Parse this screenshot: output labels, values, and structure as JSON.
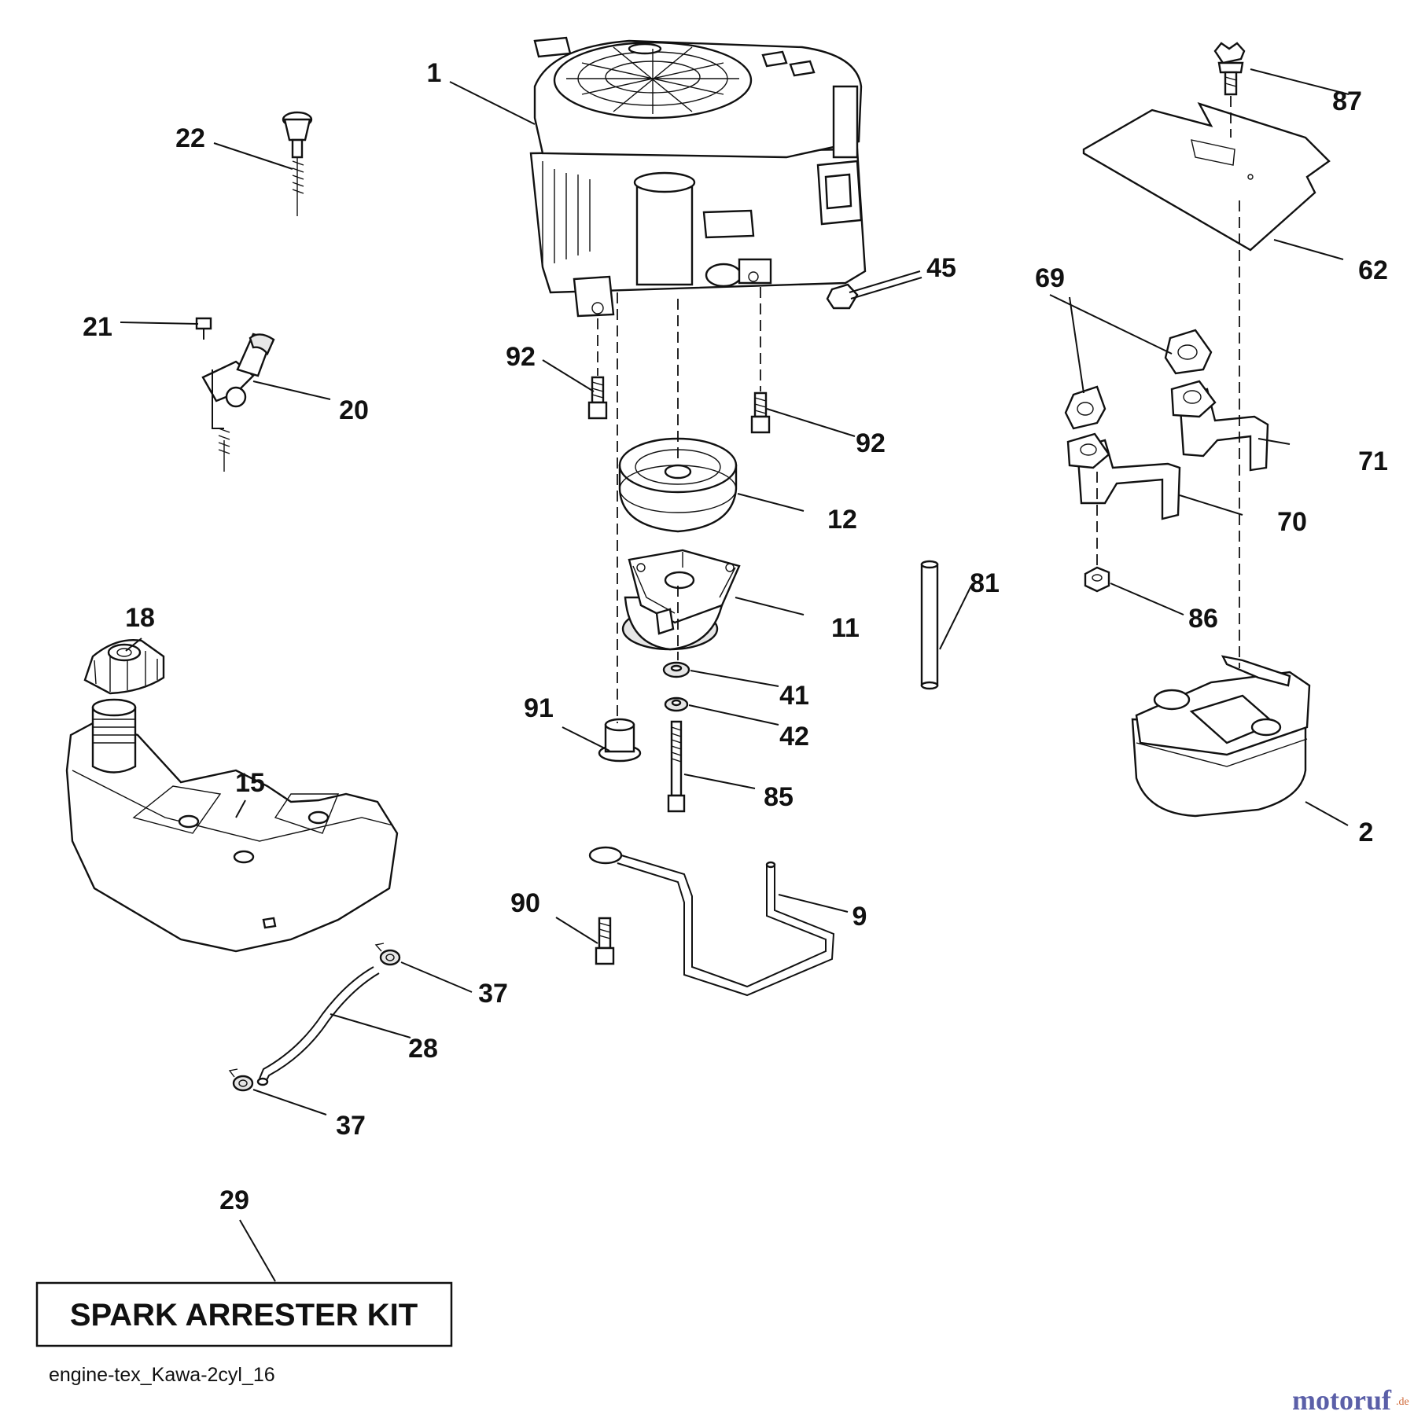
{
  "callouts": [
    {
      "id": "1",
      "text": "1"
    },
    {
      "id": "2",
      "text": "2"
    },
    {
      "id": "9",
      "text": "9"
    },
    {
      "id": "11",
      "text": "11"
    },
    {
      "id": "12",
      "text": "12"
    },
    {
      "id": "15",
      "text": "15"
    },
    {
      "id": "18",
      "text": "18"
    },
    {
      "id": "20",
      "text": "20"
    },
    {
      "id": "21",
      "text": "21"
    },
    {
      "id": "22",
      "text": "22"
    },
    {
      "id": "28",
      "text": "28"
    },
    {
      "id": "29",
      "text": "29"
    },
    {
      "id": "37a",
      "text": "37"
    },
    {
      "id": "37b",
      "text": "37"
    },
    {
      "id": "41",
      "text": "41"
    },
    {
      "id": "42",
      "text": "42"
    },
    {
      "id": "45",
      "text": "45"
    },
    {
      "id": "62",
      "text": "62"
    },
    {
      "id": "69",
      "text": "69"
    },
    {
      "id": "70",
      "text": "70"
    },
    {
      "id": "71",
      "text": "71"
    },
    {
      "id": "81",
      "text": "81"
    },
    {
      "id": "85",
      "text": "85"
    },
    {
      "id": "86",
      "text": "86"
    },
    {
      "id": "87",
      "text": "87"
    },
    {
      "id": "90",
      "text": "90"
    },
    {
      "id": "91",
      "text": "91"
    },
    {
      "id": "92a",
      "text": "92"
    },
    {
      "id": "92b",
      "text": "92"
    }
  ],
  "kit_box": {
    "label": "SPARK ARRESTER KIT"
  },
  "reference": "engine-tex_Kawa-2cyl_16",
  "watermark": {
    "brand": "motoruf",
    "tld": ".de",
    "brand_color": "#5b5fa8",
    "tld_color": "#d06a3a"
  }
}
